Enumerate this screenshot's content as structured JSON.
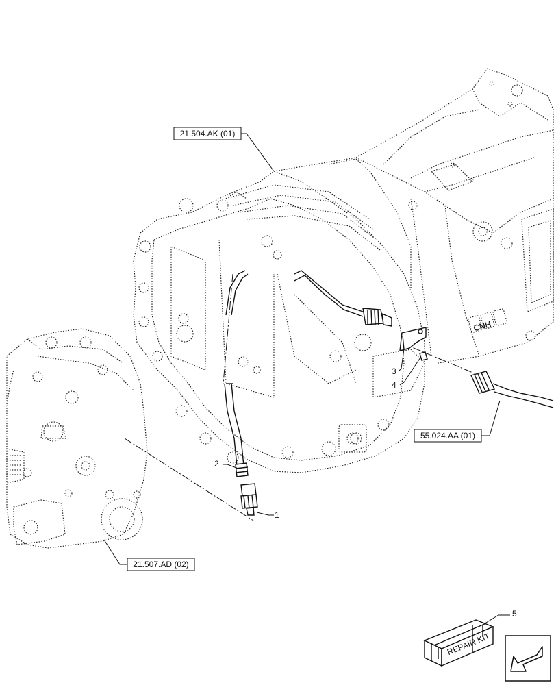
{
  "references": {
    "ref1": "21.504.AK (01)",
    "ref2": "55.024.AA (01)",
    "ref3": "21.507.AD (02)"
  },
  "callouts": {
    "c1": "1",
    "c2": "2",
    "c3": "3",
    "c4": "4",
    "c5": "5"
  },
  "housing_lettering": "CNH",
  "kit_lettering": "REPAIR KIT",
  "colors": {
    "line": "#111111",
    "background": "#ffffff"
  },
  "icons": {
    "nav": "arrow-down-left-icon"
  }
}
